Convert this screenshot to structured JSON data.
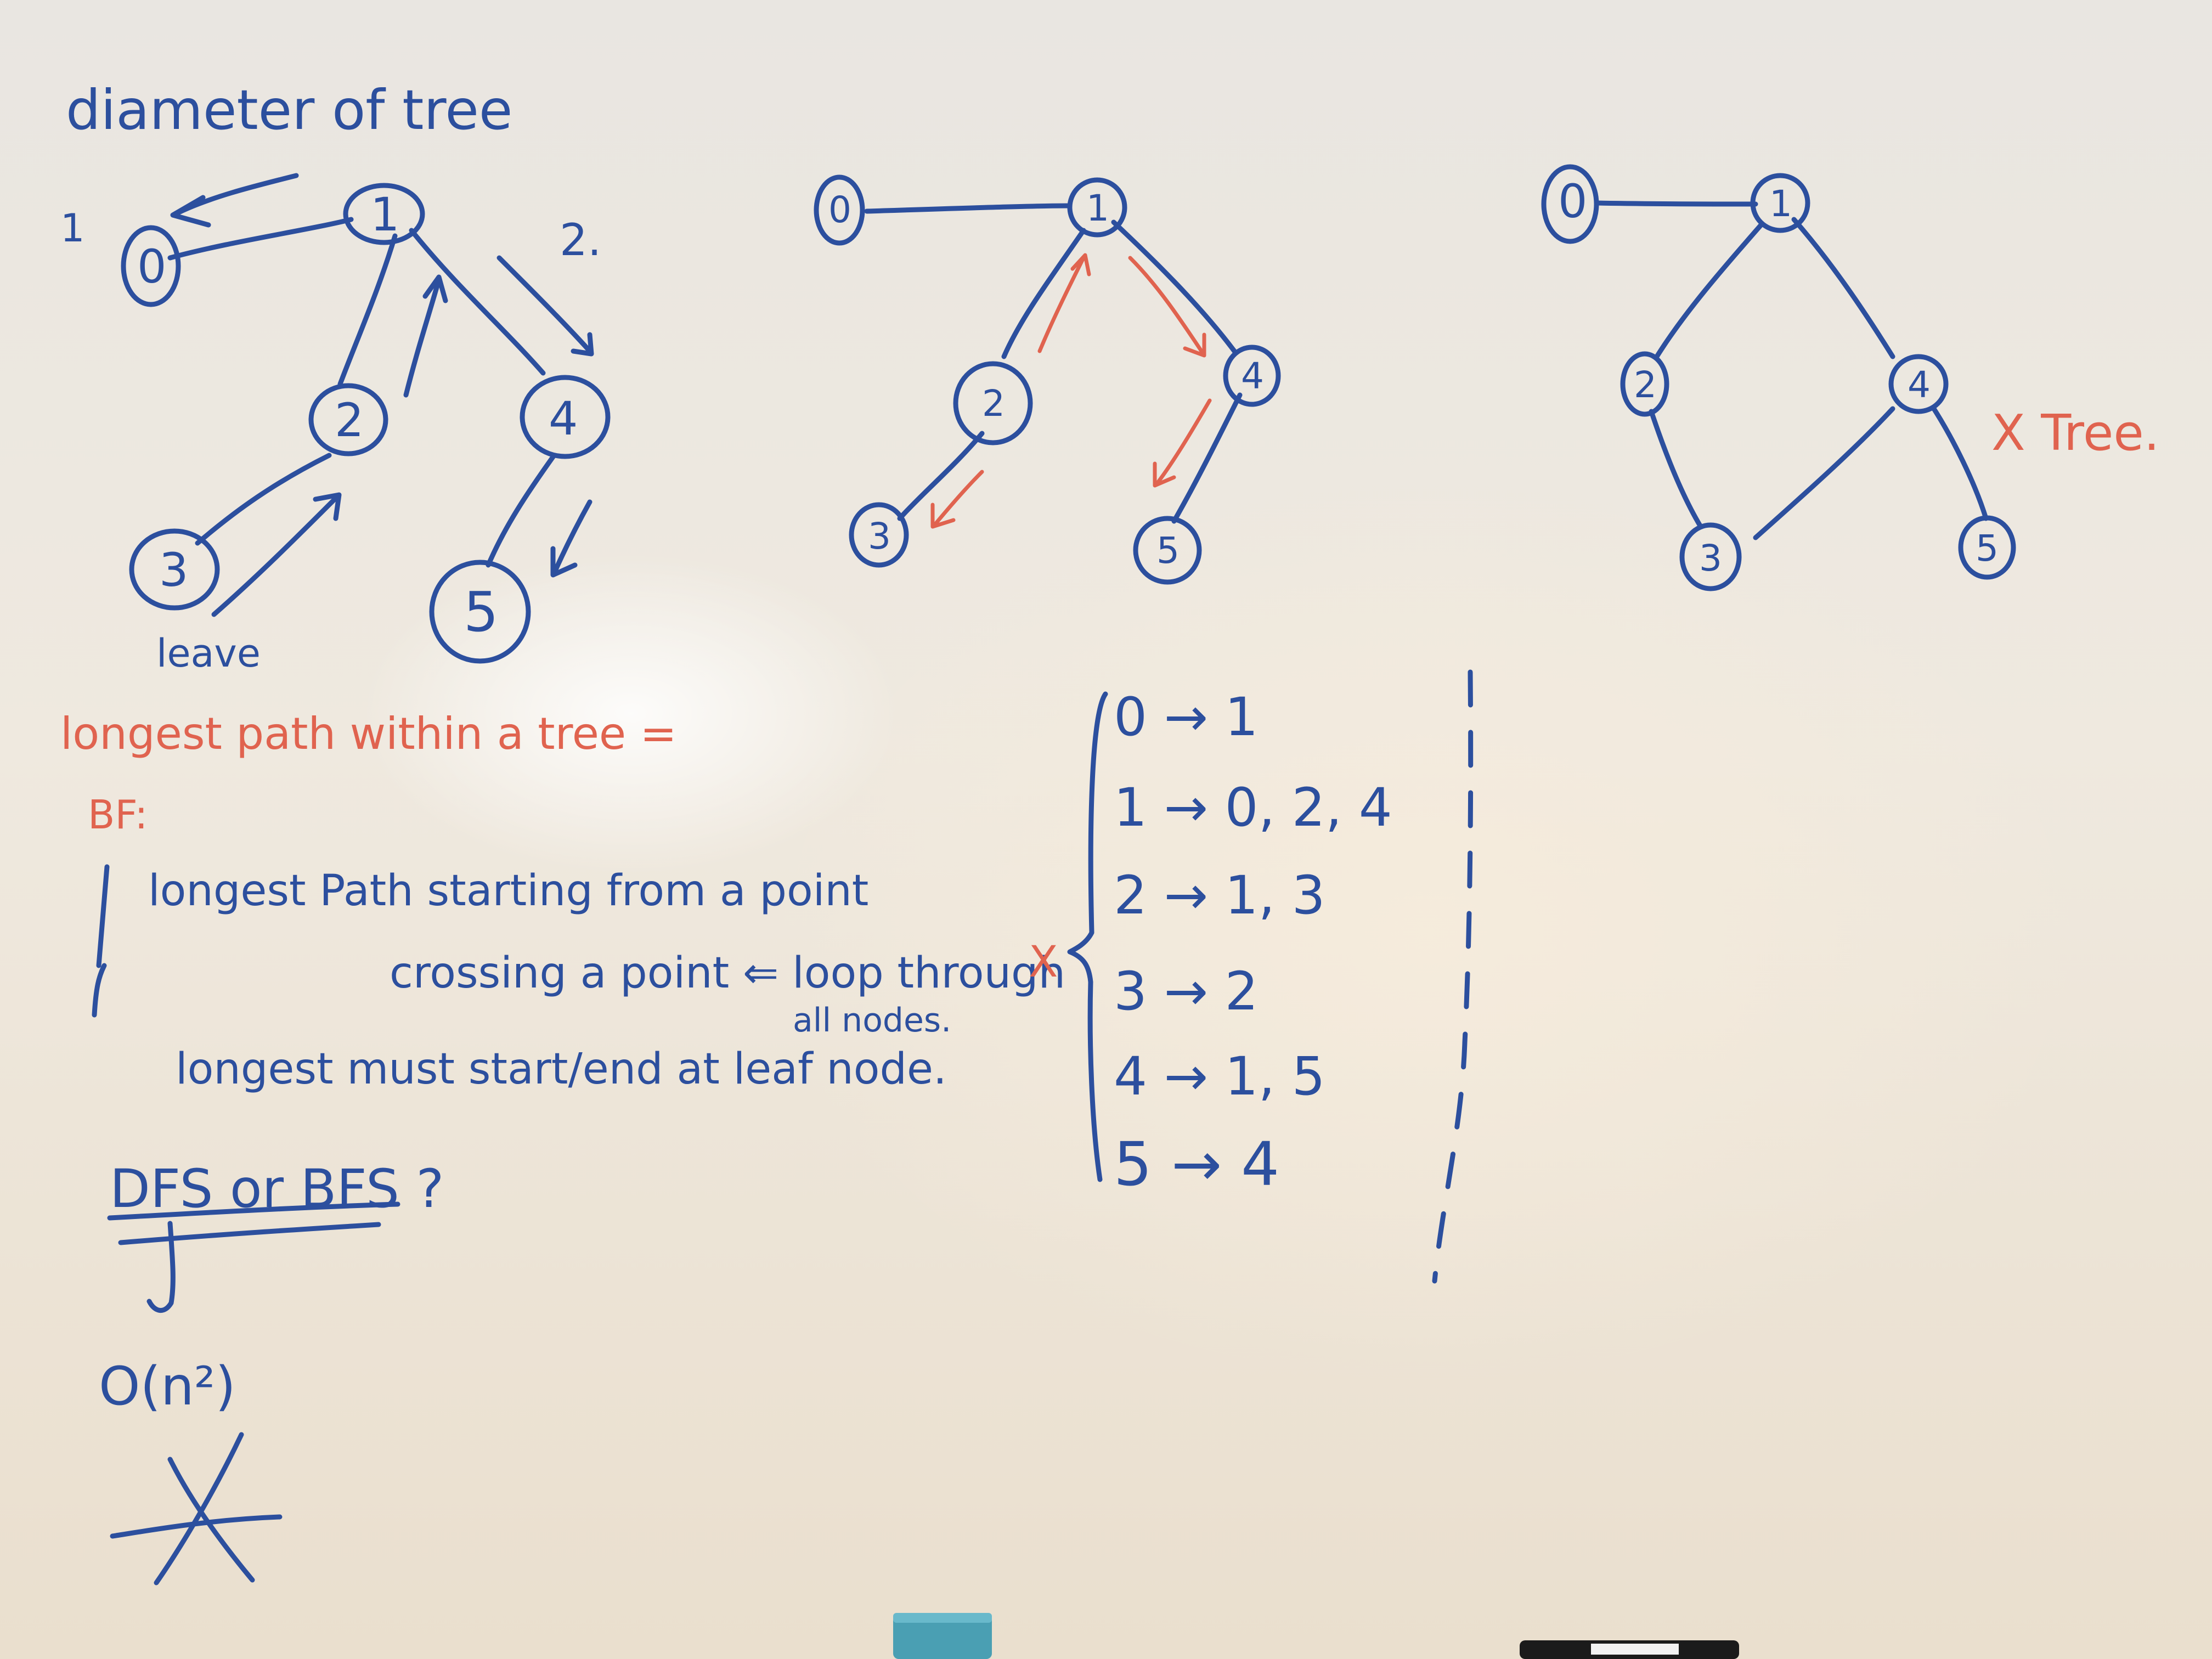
{
  "title": "diameter of tree",
  "step_marks": [
    "1",
    "2."
  ],
  "leave_label": "leave",
  "tree1_nodes": [
    "0",
    "1",
    "2",
    "3",
    "4",
    "5"
  ],
  "tree2_nodes": [
    "0",
    "1",
    "2",
    "3",
    "4",
    "5"
  ],
  "tree3_nodes": [
    "0",
    "1",
    "2",
    "3",
    "4",
    "5"
  ],
  "tree3_mark": "X Tree.",
  "notes": {
    "heading": "longest path within a tree =",
    "bf": "BF:",
    "line1": "longest Path starting from a point",
    "line2": "crossing a point ⇐ loop through",
    "line2b": "all nodes.",
    "line3": "longest must start/end at leaf node.",
    "dfs": "DFS or BFS ?",
    "complexity": "O(n²)"
  },
  "adjacency": {
    "cross": "X",
    "rows": [
      "0 → 1",
      "1 → 0, 2, 4",
      "2 → 1, 3",
      "3 → 2",
      "4 → 1, 5",
      "5 → 4"
    ]
  },
  "colors": {
    "blue_ink": "#2c4f9e",
    "red_ink": "#e0634f",
    "board": "#ece6db",
    "eraser": "#4a9fb3"
  }
}
